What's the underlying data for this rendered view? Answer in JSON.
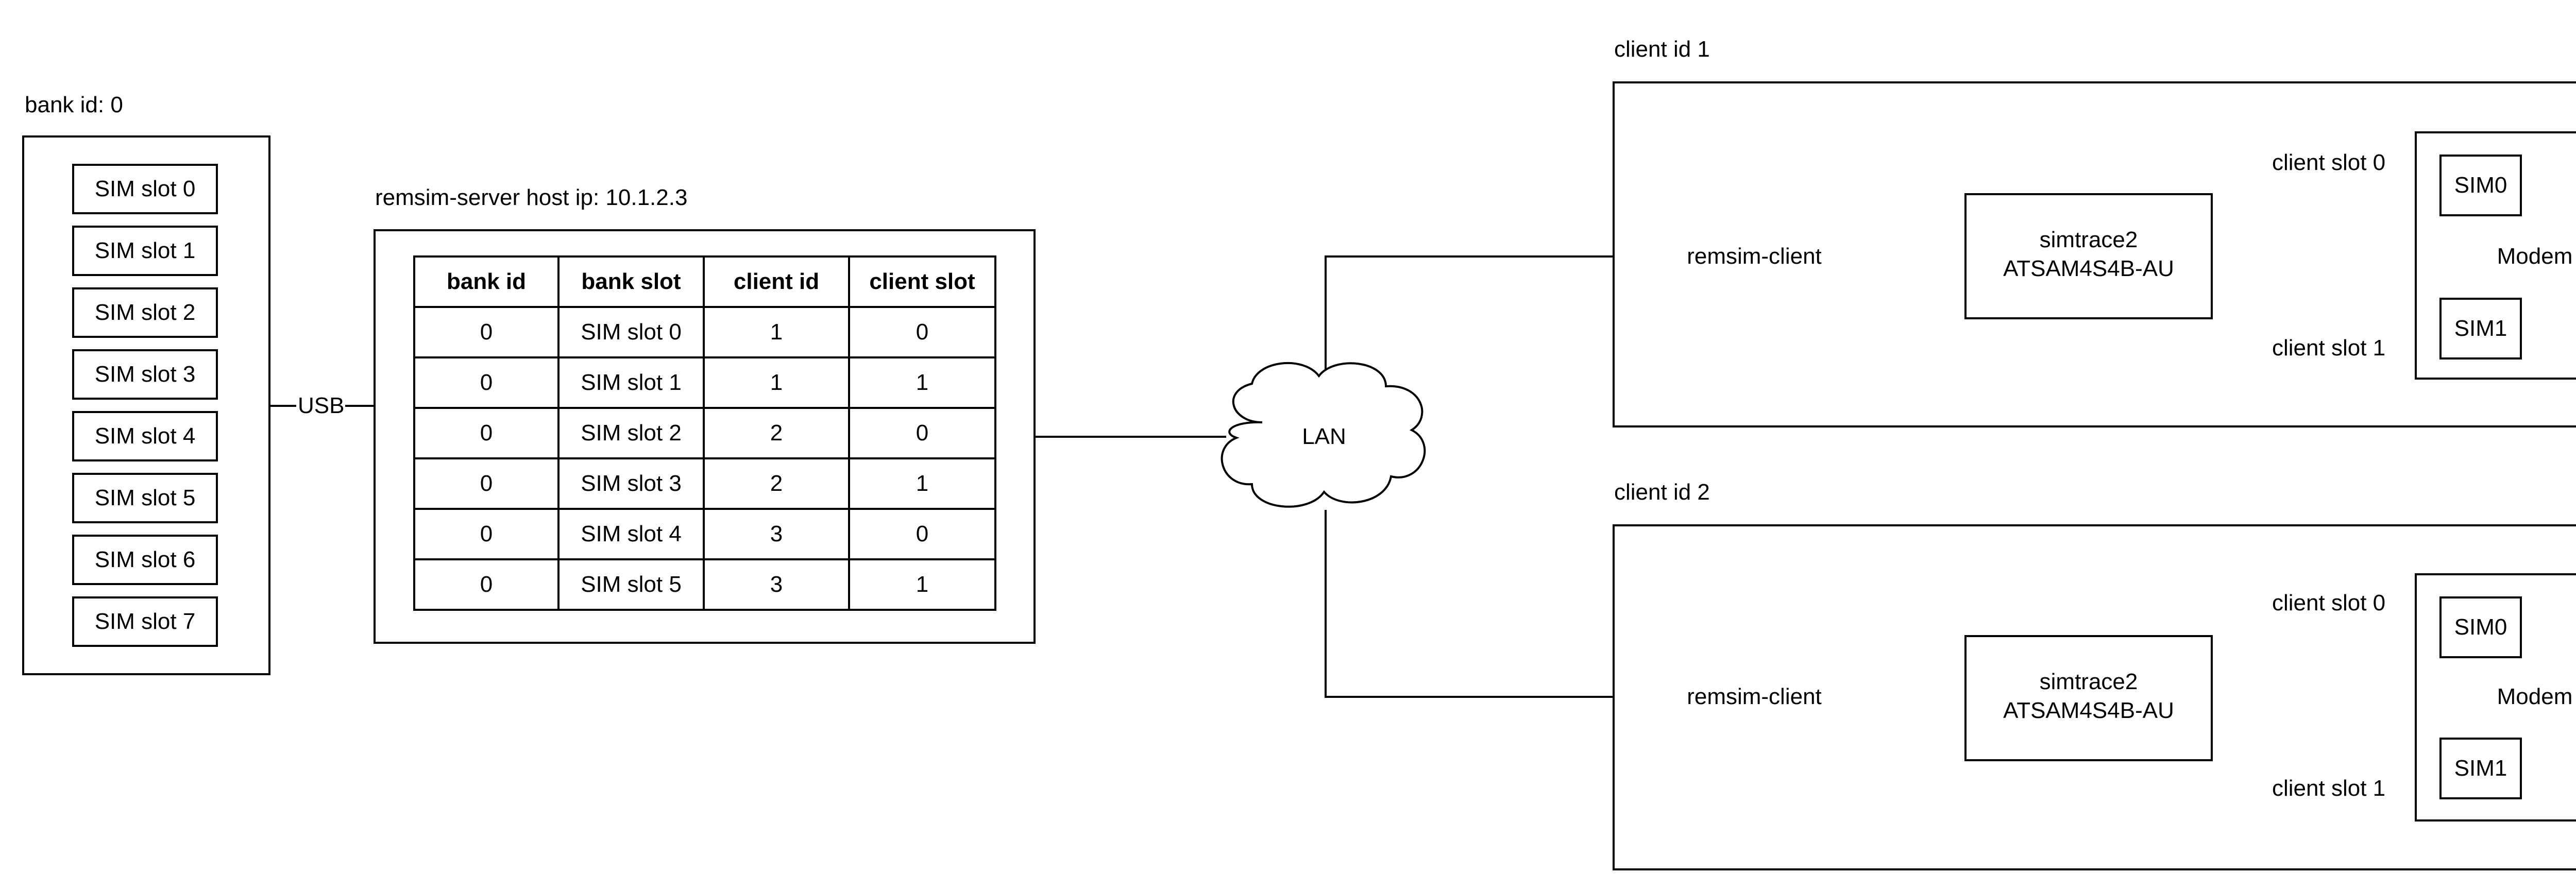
{
  "bank": {
    "title": "bank id: 0",
    "slots": [
      "SIM slot 0",
      "SIM slot 1",
      "SIM slot 2",
      "SIM slot 3",
      "SIM slot 4",
      "SIM slot 5",
      "SIM slot 6",
      "SIM slot 7"
    ]
  },
  "usb_label": "USB",
  "server": {
    "title": "remsim-server host ip: 10.1.2.3",
    "table": {
      "headers": [
        "bank id",
        "bank slot",
        "client id",
        "client slot"
      ],
      "rows": [
        [
          "0",
          "SIM slot 0",
          "1",
          "0"
        ],
        [
          "0",
          "SIM slot 1",
          "1",
          "1"
        ],
        [
          "0",
          "SIM slot 2",
          "2",
          "0"
        ],
        [
          "0",
          "SIM slot 3",
          "2",
          "1"
        ],
        [
          "0",
          "SIM slot 4",
          "3",
          "0"
        ],
        [
          "0",
          "SIM slot 5",
          "3",
          "1"
        ]
      ]
    }
  },
  "lan_label": "LAN",
  "clients": [
    {
      "title": "client id 1",
      "cloud_label": "remsim-client",
      "simtrace_line1": "simtrace2",
      "simtrace_line2": "ATSAM4S4B-AU",
      "slot0_label": "client slot 0",
      "slot1_label": "client slot 1",
      "sim0": "SIM0",
      "sim1": "SIM1",
      "modem": "Modem"
    },
    {
      "title": "client id 2",
      "cloud_label": "remsim-client",
      "simtrace_line1": "simtrace2",
      "simtrace_line2": "ATSAM4S4B-AU",
      "slot0_label": "client slot 0",
      "slot1_label": "client slot 1",
      "sim0": "SIM0",
      "sim1": "SIM1",
      "modem": "Modem"
    }
  ]
}
